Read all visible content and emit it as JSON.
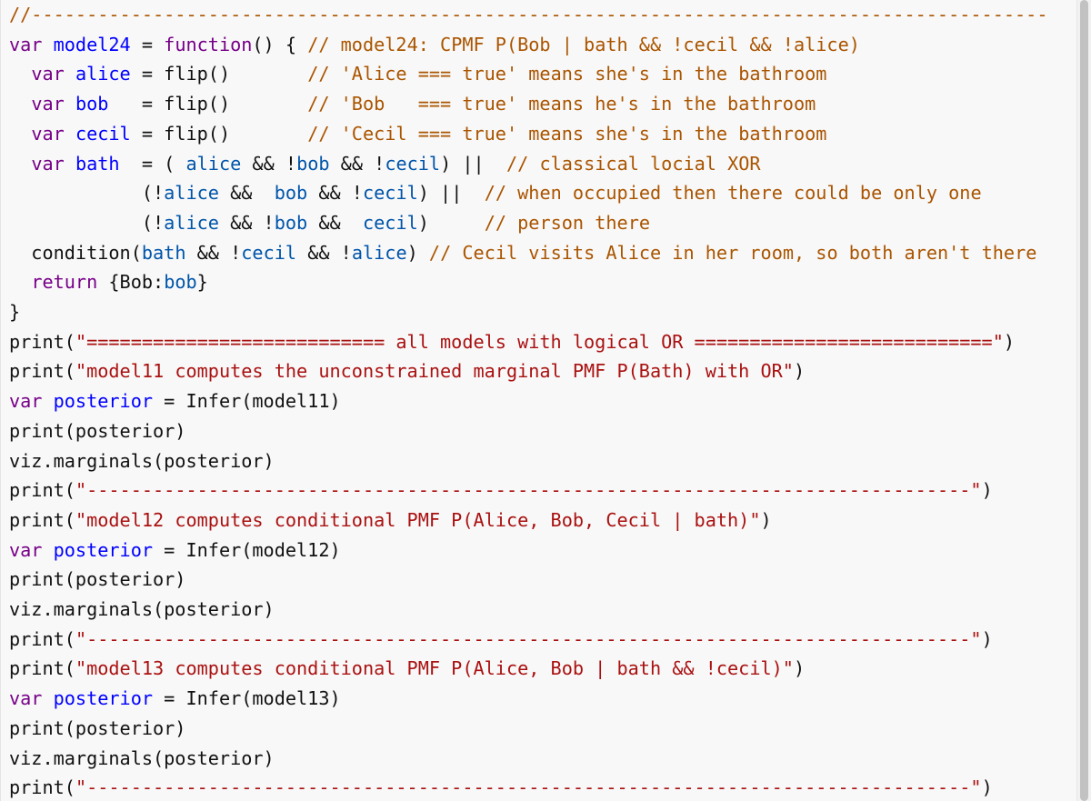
{
  "colors": {
    "background": "#f8f8f8",
    "text": "#111111",
    "keyword": "#770088",
    "variable": "#0055aa",
    "comment": "#aa5500",
    "string": "#aa1111",
    "def": "#0000ff"
  },
  "lines": [
    [
      {
        "t": "//--------------------------------------------------------------------------------------------",
        "c": "comment"
      }
    ],
    [
      {
        "t": "var",
        "c": "keyword"
      },
      {
        "t": " ",
        "c": "plain"
      },
      {
        "t": "model24",
        "c": "def"
      },
      {
        "t": " = ",
        "c": "plain"
      },
      {
        "t": "function",
        "c": "keyword"
      },
      {
        "t": "() { ",
        "c": "plain"
      },
      {
        "t": "// model24: CPMF P(Bob | bath && !cecil && !alice)",
        "c": "comment"
      }
    ],
    [
      {
        "t": "  ",
        "c": "plain"
      },
      {
        "t": "var",
        "c": "keyword"
      },
      {
        "t": " ",
        "c": "plain"
      },
      {
        "t": "alice",
        "c": "def"
      },
      {
        "t": " = flip()       ",
        "c": "plain"
      },
      {
        "t": "// 'Alice === true' means she's in the bathroom",
        "c": "comment"
      }
    ],
    [
      {
        "t": "  ",
        "c": "plain"
      },
      {
        "t": "var",
        "c": "keyword"
      },
      {
        "t": " ",
        "c": "plain"
      },
      {
        "t": "bob",
        "c": "def"
      },
      {
        "t": "   = flip()       ",
        "c": "plain"
      },
      {
        "t": "// 'Bob   === true' means he's in the bathroom",
        "c": "comment"
      }
    ],
    [
      {
        "t": "  ",
        "c": "plain"
      },
      {
        "t": "var",
        "c": "keyword"
      },
      {
        "t": " ",
        "c": "plain"
      },
      {
        "t": "cecil",
        "c": "def"
      },
      {
        "t": " = flip()       ",
        "c": "plain"
      },
      {
        "t": "// 'Cecil === true' means she's in the bathroom",
        "c": "comment"
      }
    ],
    [
      {
        "t": "  ",
        "c": "plain"
      },
      {
        "t": "var",
        "c": "keyword"
      },
      {
        "t": " ",
        "c": "plain"
      },
      {
        "t": "bath",
        "c": "def"
      },
      {
        "t": "  = ( ",
        "c": "plain"
      },
      {
        "t": "alice",
        "c": "variable"
      },
      {
        "t": " && !",
        "c": "plain"
      },
      {
        "t": "bob",
        "c": "variable"
      },
      {
        "t": " && !",
        "c": "plain"
      },
      {
        "t": "cecil",
        "c": "variable"
      },
      {
        "t": ") ||  ",
        "c": "plain"
      },
      {
        "t": "// classical locial XOR",
        "c": "comment"
      }
    ],
    [
      {
        "t": "            (!",
        "c": "plain"
      },
      {
        "t": "alice",
        "c": "variable"
      },
      {
        "t": " &&  ",
        "c": "plain"
      },
      {
        "t": "bob",
        "c": "variable"
      },
      {
        "t": " && !",
        "c": "plain"
      },
      {
        "t": "cecil",
        "c": "variable"
      },
      {
        "t": ") ||  ",
        "c": "plain"
      },
      {
        "t": "// when occupied then there could be only one",
        "c": "comment"
      }
    ],
    [
      {
        "t": "            (!",
        "c": "plain"
      },
      {
        "t": "alice",
        "c": "variable"
      },
      {
        "t": " && !",
        "c": "plain"
      },
      {
        "t": "bob",
        "c": "variable"
      },
      {
        "t": " &&  ",
        "c": "plain"
      },
      {
        "t": "cecil",
        "c": "variable"
      },
      {
        "t": ")     ",
        "c": "plain"
      },
      {
        "t": "// person there",
        "c": "comment"
      }
    ],
    [
      {
        "t": "  condition(",
        "c": "plain"
      },
      {
        "t": "bath",
        "c": "variable"
      },
      {
        "t": " && !",
        "c": "plain"
      },
      {
        "t": "cecil",
        "c": "variable"
      },
      {
        "t": " && !",
        "c": "plain"
      },
      {
        "t": "alice",
        "c": "variable"
      },
      {
        "t": ") ",
        "c": "plain"
      },
      {
        "t": "// Cecil visits Alice in her room, so both aren't there",
        "c": "comment"
      }
    ],
    [
      {
        "t": "  ",
        "c": "plain"
      },
      {
        "t": "return",
        "c": "keyword"
      },
      {
        "t": " {Bob:",
        "c": "plain"
      },
      {
        "t": "bob",
        "c": "variable"
      },
      {
        "t": "}",
        "c": "plain"
      }
    ],
    [
      {
        "t": "}",
        "c": "plain"
      }
    ],
    [
      {
        "t": "print(",
        "c": "plain"
      },
      {
        "t": "\"=========================== all models with logical OR ===========================\"",
        "c": "string"
      },
      {
        "t": ")",
        "c": "plain"
      }
    ],
    [
      {
        "t": "print(",
        "c": "plain"
      },
      {
        "t": "\"model11 computes the unconstrained marginal PMF P(Bath) with OR\"",
        "c": "string"
      },
      {
        "t": ")",
        "c": "plain"
      }
    ],
    [
      {
        "t": "var",
        "c": "keyword"
      },
      {
        "t": " ",
        "c": "plain"
      },
      {
        "t": "posterior",
        "c": "def"
      },
      {
        "t": " = Infer(model11)",
        "c": "plain"
      }
    ],
    [
      {
        "t": "print(posterior)",
        "c": "plain"
      }
    ],
    [
      {
        "t": "viz.marginals(posterior)",
        "c": "plain"
      }
    ],
    [
      {
        "t": "print(",
        "c": "plain"
      },
      {
        "t": "\"--------------------------------------------------------------------------------\"",
        "c": "string"
      },
      {
        "t": ")",
        "c": "plain"
      }
    ],
    [
      {
        "t": "print(",
        "c": "plain"
      },
      {
        "t": "\"model12 computes conditional PMF P(Alice, Bob, Cecil | bath)\"",
        "c": "string"
      },
      {
        "t": ")",
        "c": "plain"
      }
    ],
    [
      {
        "t": "var",
        "c": "keyword"
      },
      {
        "t": " ",
        "c": "plain"
      },
      {
        "t": "posterior",
        "c": "def"
      },
      {
        "t": " = Infer(model12)",
        "c": "plain"
      }
    ],
    [
      {
        "t": "print(posterior)",
        "c": "plain"
      }
    ],
    [
      {
        "t": "viz.marginals(posterior)",
        "c": "plain"
      }
    ],
    [
      {
        "t": "print(",
        "c": "plain"
      },
      {
        "t": "\"--------------------------------------------------------------------------------\"",
        "c": "string"
      },
      {
        "t": ")",
        "c": "plain"
      }
    ],
    [
      {
        "t": "print(",
        "c": "plain"
      },
      {
        "t": "\"model13 computes conditional PMF P(Alice, Bob | bath && !cecil)\"",
        "c": "string"
      },
      {
        "t": ")",
        "c": "plain"
      }
    ],
    [
      {
        "t": "var",
        "c": "keyword"
      },
      {
        "t": " ",
        "c": "plain"
      },
      {
        "t": "posterior",
        "c": "def"
      },
      {
        "t": " = Infer(model13)",
        "c": "plain"
      }
    ],
    [
      {
        "t": "print(posterior)",
        "c": "plain"
      }
    ],
    [
      {
        "t": "viz.marginals(posterior)",
        "c": "plain"
      }
    ],
    [
      {
        "t": "print(",
        "c": "plain"
      },
      {
        "t": "\"--------------------------------------------------------------------------------\"",
        "c": "string"
      },
      {
        "t": ")",
        "c": "plain"
      }
    ]
  ]
}
